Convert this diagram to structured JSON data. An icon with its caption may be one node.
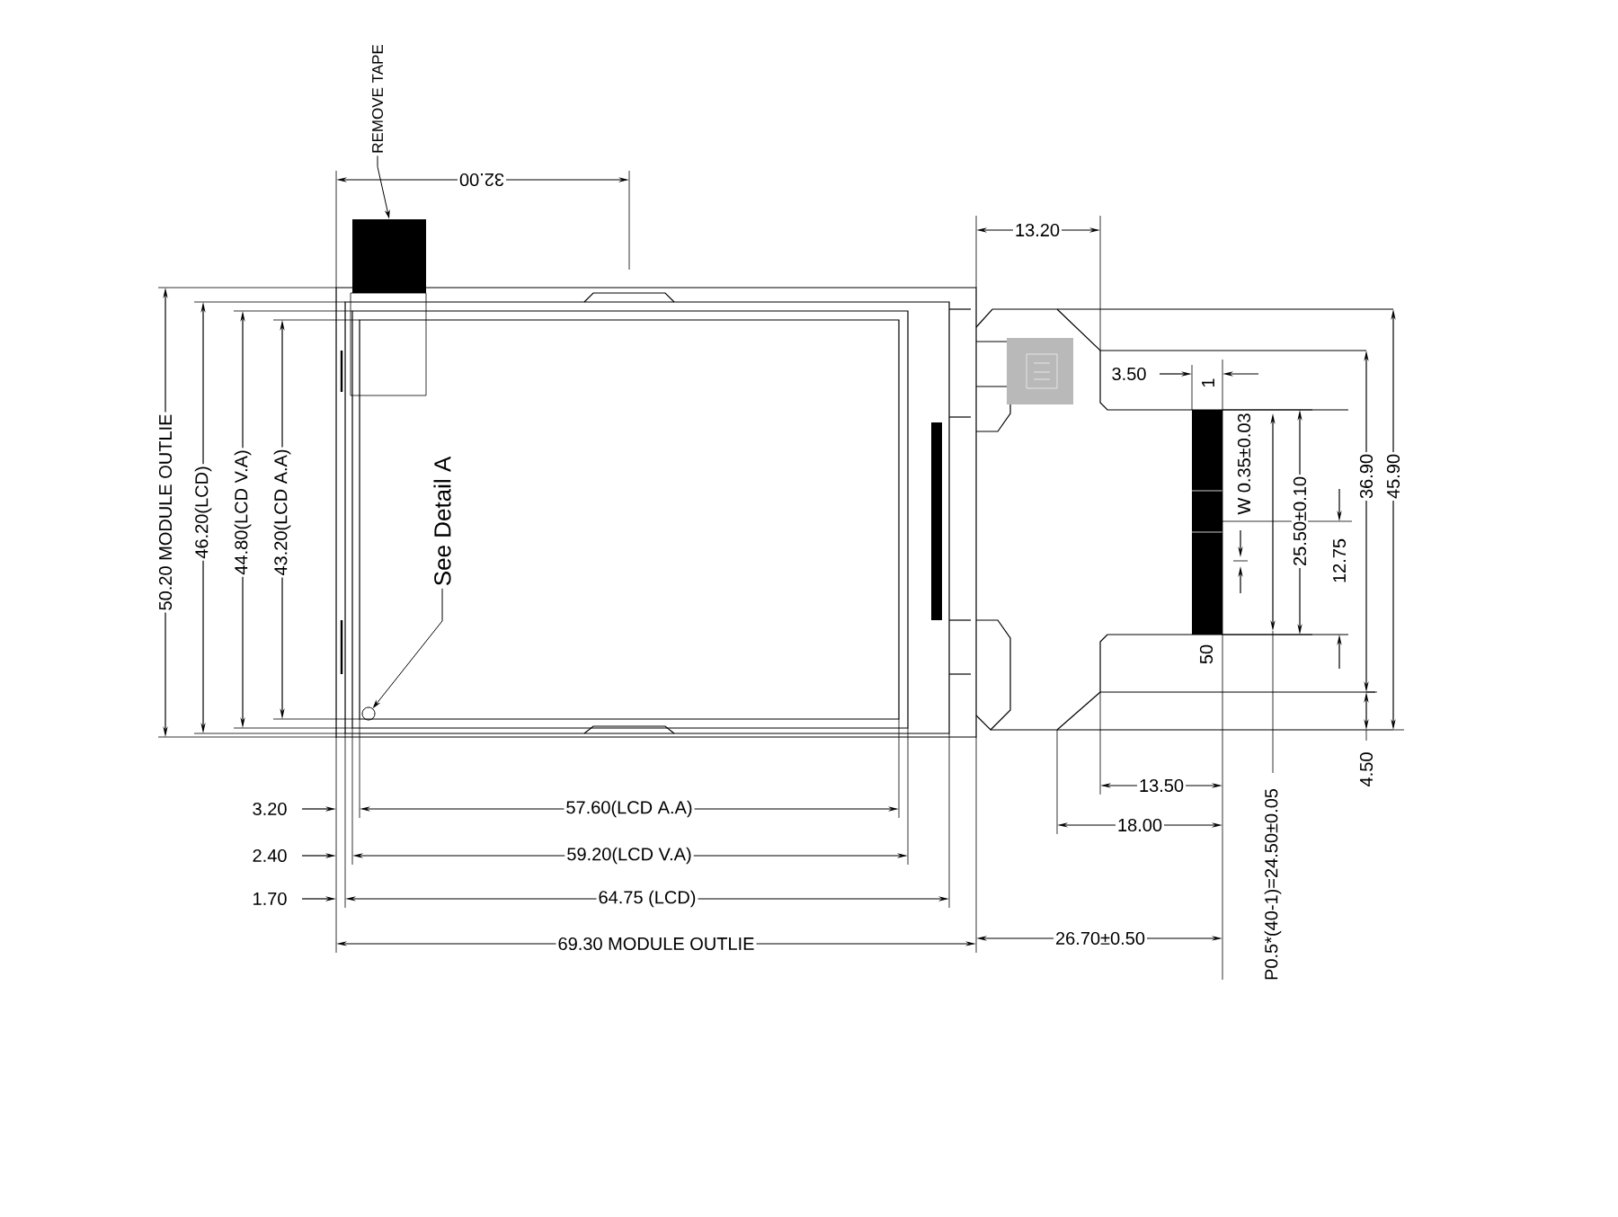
{
  "diagram": {
    "nodes": [
      {
        "text": [
          "REMOVE TAPE"
        ]
      },
      {
        "text": [],
        "shape": "box"
      },
      {
        "text": [
          "See Detail A"
        ]
      },
      {
        "text": [],
        "shape": "circle"
      }
    ],
    "edges": [
      {
        "from": 0,
        "to": 1,
        "arrow": "to"
      },
      {
        "from": 2,
        "to": 3,
        "arrow": "to"
      }
    ],
    "labels": [
      "32.00",
      "13.20",
      "50.20 MODULE OUTLIE",
      "46.20(LCD)",
      "44.80(LCD V.A)",
      "43.20(LCD A.A)",
      "3.50",
      "1",
      "W 0.35±0.03",
      "25.50±0.10",
      "12.75",
      "36.90",
      "45.90",
      "50",
      "4.50",
      "13.50",
      "18.00",
      "3.20",
      "57.60(LCD A.A)",
      "2.40",
      "59.20(LCD V.A)",
      "1.70",
      "64.75 (LCD)",
      "69.30 MODULE OUTLIE",
      "26.70±0.50",
      "P0.5*(40-1)=24.50±0.05"
    ]
  }
}
